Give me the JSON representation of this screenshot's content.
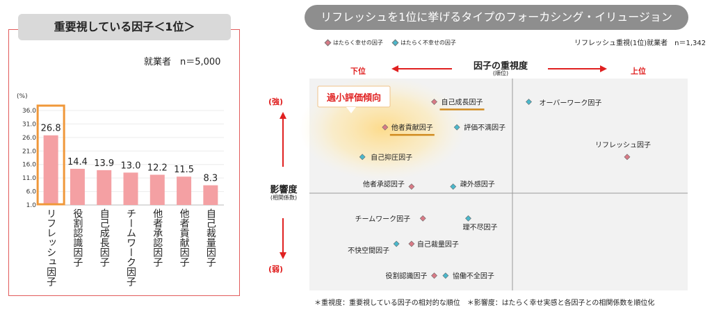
{
  "left": {
    "title": "重要視している因子＜1位＞",
    "sample": "就業者　n＝5,000",
    "unit": "(%)"
  },
  "right": {
    "title": "リフレッシュを1位に挙げるタイプのフォーカシング・イリュージョン",
    "legend": {
      "happy": "はたらく幸せの因子",
      "unhappy": "はたらく不幸せの因子"
    },
    "sample": "リフレッシュ重視(1位)就業者　n＝1,342",
    "x_axis_title": "因子の重視度",
    "x_axis_sub": "(順位)",
    "x_low": "下位",
    "x_high": "上位",
    "y_axis_title": "影響度",
    "y_axis_sub": "(相関係数)",
    "y_high": "(強)",
    "y_low": "(弱)",
    "callout": "過小評価傾向",
    "footnote": "＊重視度：重要視している因子の相対的な順位　＊影響度：はたらく幸せ実感と各因子との相関係数を順位化"
  },
  "colors": {
    "bar": "#f4a0a3",
    "highlight": "#f0983a",
    "happy": "#d97a86",
    "unhappy": "#4bb8cc",
    "accent_red": "#e02020",
    "underline": "#d08a1e"
  },
  "chart_data": [
    {
      "type": "bar",
      "categories": [
        "リフレッシュ因子",
        "役割認識因子",
        "自己成長因子",
        "チームワーク因子",
        "他者承認因子",
        "他者貢献因子",
        "自己裁量因子"
      ],
      "values": [
        26.8,
        14.4,
        13.9,
        13.0,
        12.2,
        11.5,
        8.3
      ],
      "value_labels": [
        "26.8",
        "14.4",
        "13.9",
        "13.0",
        "12.2",
        "11.5",
        "8.3"
      ],
      "yticks": [
        "36.0",
        "31.0",
        "26.0",
        "21.0",
        "16.0",
        "11.0",
        "6.0",
        "1.0"
      ],
      "ylim": [
        1,
        36
      ],
      "ylabel": "(%)",
      "highlight_index": 0
    },
    {
      "type": "scatter",
      "xlim": [
        0,
        1
      ],
      "ylim": [
        0,
        1
      ],
      "note": "positions are relative rank values (no numeric ticks shown)",
      "points": [
        {
          "label": "自己成長因子",
          "kind": "happy",
          "x": 0.33,
          "y": 0.89,
          "underline": true
        },
        {
          "label": "オーバーワーク因子",
          "kind": "unhappy",
          "x": 0.58,
          "y": 0.89
        },
        {
          "label": "他者貢献因子",
          "kind": "happy",
          "x": 0.2,
          "y": 0.77,
          "underline": true
        },
        {
          "label": "評価不満因子",
          "kind": "unhappy",
          "x": 0.39,
          "y": 0.77
        },
        {
          "label": "自己抑圧因子",
          "kind": "unhappy",
          "x": 0.14,
          "y": 0.63
        },
        {
          "label": "リフレッシュ因子",
          "kind": "happy",
          "x": 0.84,
          "y": 0.63
        },
        {
          "label": "他者承認因子",
          "kind": "happy",
          "x": 0.27,
          "y": 0.49
        },
        {
          "label": "疎外感因子",
          "kind": "unhappy",
          "x": 0.38,
          "y": 0.49
        },
        {
          "label": "チームワーク因子",
          "kind": "happy",
          "x": 0.3,
          "y": 0.34
        },
        {
          "label": "理不尽因子",
          "kind": "unhappy",
          "x": 0.42,
          "y": 0.34
        },
        {
          "label": "不快空間因子",
          "kind": "unhappy",
          "x": 0.23,
          "y": 0.22
        },
        {
          "label": "自己裁量因子",
          "kind": "happy",
          "x": 0.27,
          "y": 0.22
        },
        {
          "label": "役割認識因子",
          "kind": "happy",
          "x": 0.33,
          "y": 0.07
        },
        {
          "label": "協働不全因子",
          "kind": "unhappy",
          "x": 0.36,
          "y": 0.07
        }
      ]
    }
  ]
}
